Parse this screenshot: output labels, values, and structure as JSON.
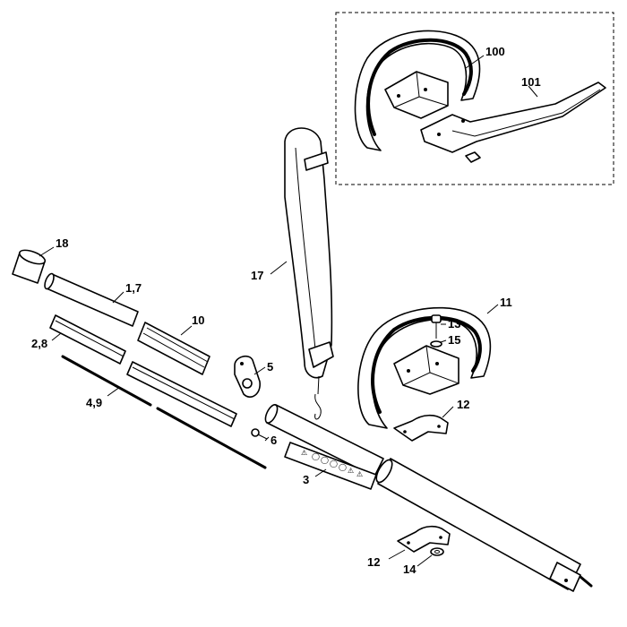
{
  "callouts": {
    "c100": "100",
    "c101": "101",
    "c17": "17",
    "c18": "18",
    "c1_7": "1,7",
    "c10": "10",
    "c2_8": "2,8",
    "c5": "5",
    "c4_9": "4,9",
    "c6": "6",
    "c3": "3",
    "c11": "11",
    "c13": "13",
    "c15": "15",
    "c12a": "12",
    "c12b": "12",
    "c14": "14"
  },
  "decal_symbols": [
    "⚠",
    "◯",
    "◯",
    "◯",
    "◯",
    "⚠",
    "⚠"
  ],
  "colors": {
    "line": "#000000",
    "background": "#ffffff"
  }
}
